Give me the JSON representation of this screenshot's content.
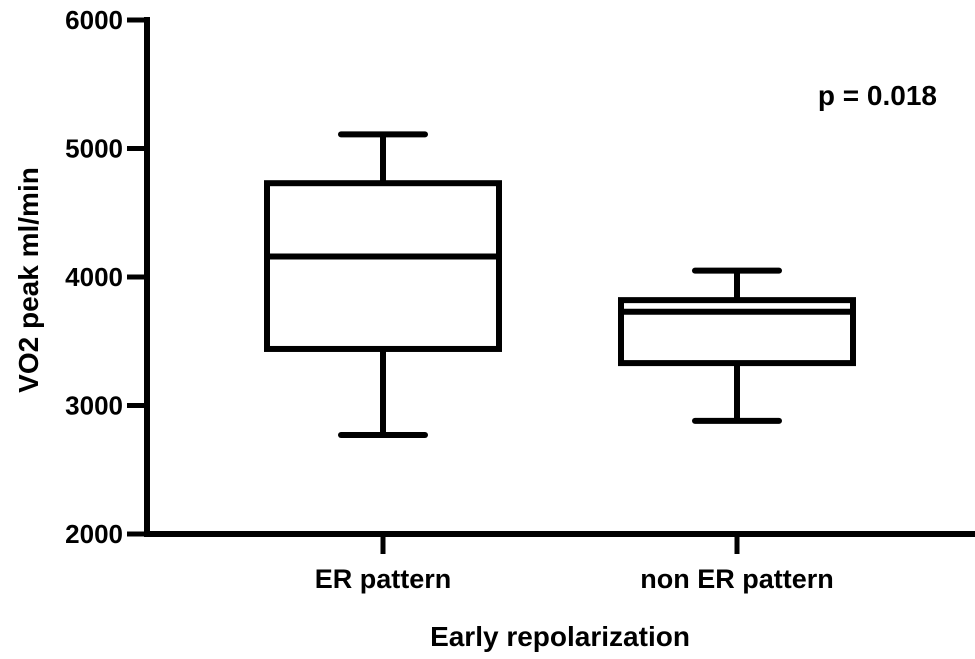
{
  "chart_data": {
    "type": "box",
    "xlabel": "Early repolarization",
    "ylabel": "VO2 peak  ml/min",
    "ylim": [
      2000,
      6000
    ],
    "yticks": [
      2000,
      3000,
      4000,
      5000,
      6000
    ],
    "categories": [
      "ER pattern",
      "non ER pattern"
    ],
    "boxes": [
      {
        "min": 2770,
        "q1": 3440,
        "median": 4160,
        "q3": 4730,
        "max": 5110
      },
      {
        "min": 2880,
        "q1": 3330,
        "median": 3730,
        "q3": 3820,
        "max": 4050
      }
    ],
    "annotation": "p = 0.018",
    "grid": false
  }
}
